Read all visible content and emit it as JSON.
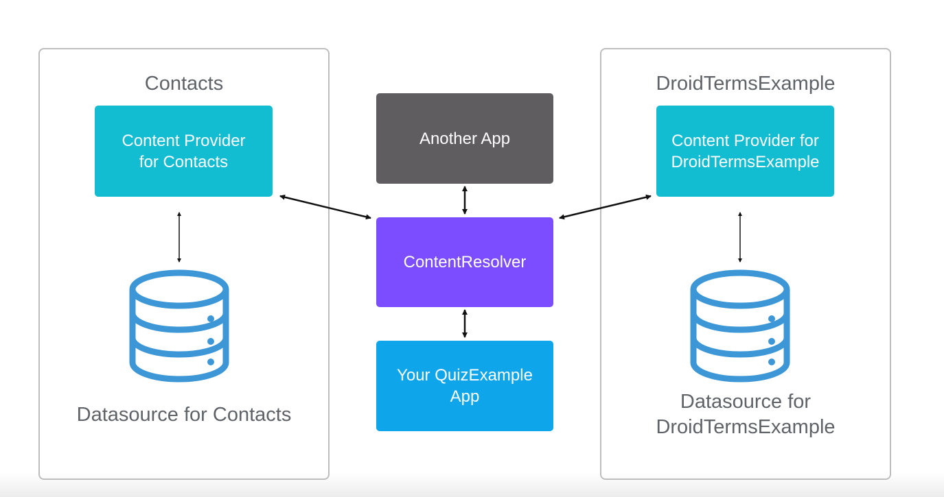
{
  "left_panel": {
    "title": "Contacts",
    "provider_line1": "Content Provider",
    "provider_line2": "for Contacts",
    "datasource_label": "Datasource for Contacts"
  },
  "center": {
    "another_app": "Another App",
    "resolver": "ContentResolver",
    "your_app_line1": "Your QuizExample",
    "your_app_line2": "App"
  },
  "right_panel": {
    "title": "DroidTermsExample",
    "provider_line1": "Content Provider for",
    "provider_line2": "DroidTermsExample",
    "datasource_line1": "Datasource for",
    "datasource_line2": "DroidTermsExample"
  },
  "colors": {
    "provider": "#12bcd1",
    "another_app": "#5f5d60",
    "resolver": "#7c4dff",
    "your_app": "#0ea5ea",
    "database": "#3d97d6"
  },
  "icons": [
    "database-icon"
  ]
}
